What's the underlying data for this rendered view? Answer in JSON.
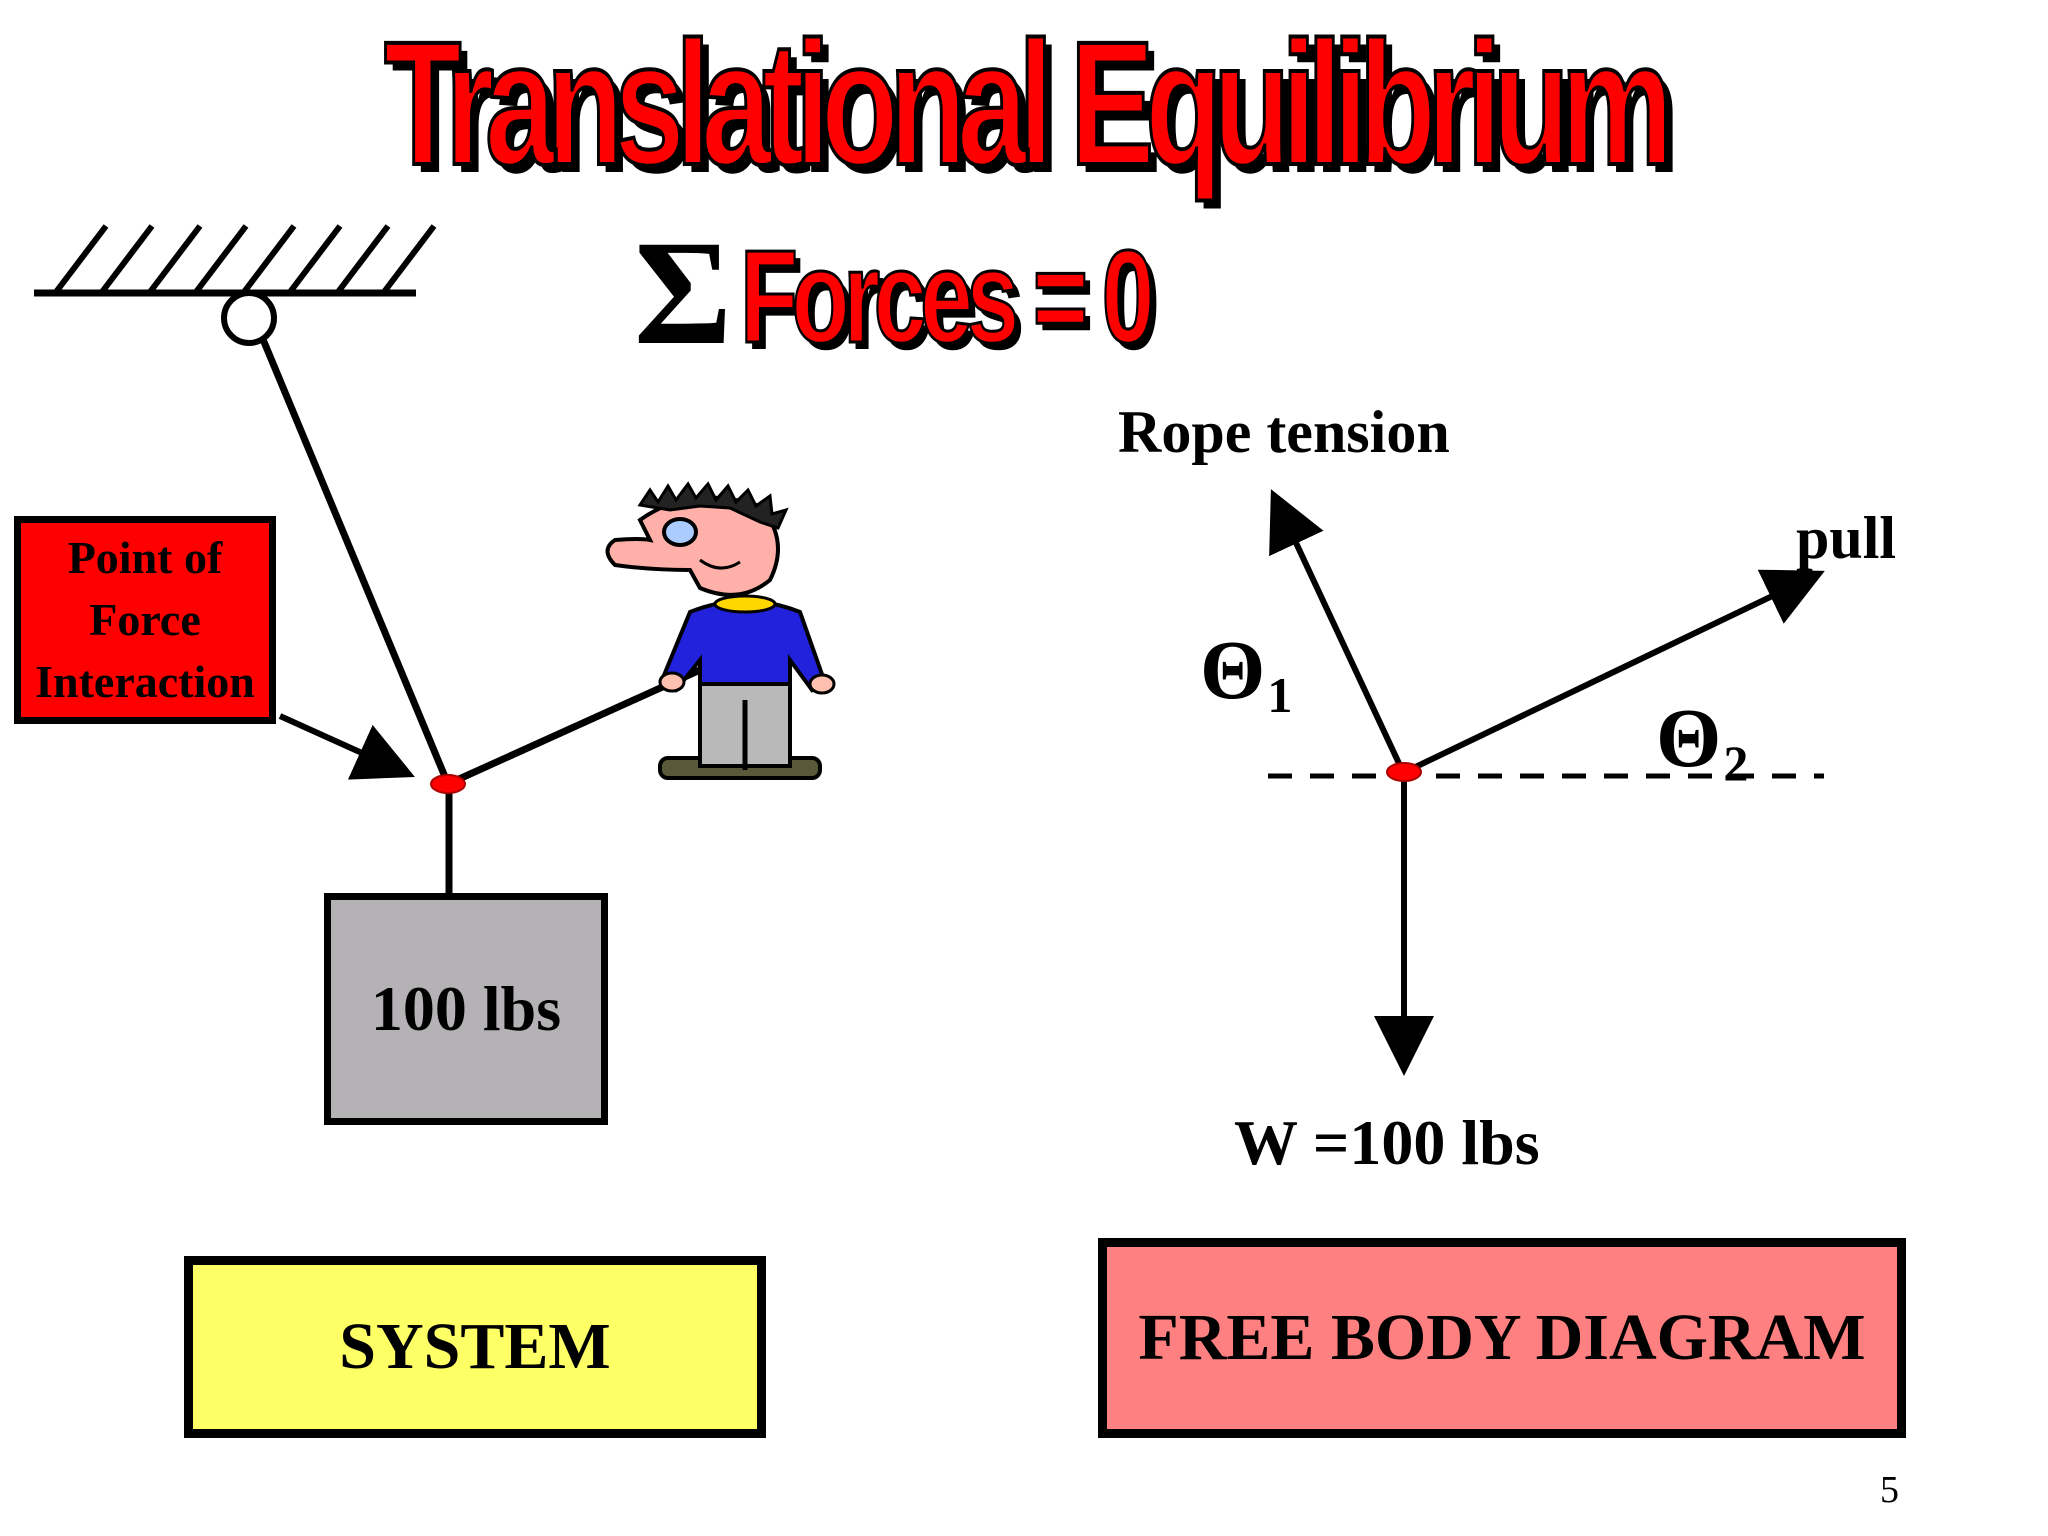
{
  "title": "Translational Equilibrium",
  "equation": {
    "symbol": "Σ",
    "text": "Forces = 0"
  },
  "system_diagram": {
    "point_label": "Point of\nForce\nInteraction",
    "weight_label": "100 lbs",
    "section_label": "SYSTEM"
  },
  "free_body_diagram": {
    "rope_label": "Rope tension",
    "pull_label": "pull",
    "weight_label": "W =100 lbs",
    "theta1": {
      "symbol": "Θ",
      "subscript": "1"
    },
    "theta2": {
      "symbol": "Θ",
      "subscript": "2"
    },
    "section_label": "FREE BODY DIAGRAM"
  },
  "page_number": "5",
  "colors": {
    "title": "#ff0000",
    "point_box": "#ff0000",
    "weight_box": "#b4b2b5",
    "system_box": "#ffff66",
    "fbd_box": "#ff8080",
    "junction_dot": "#ff0000",
    "person_shirt": "#2222dd",
    "person_pants": "#b9b9b9"
  }
}
